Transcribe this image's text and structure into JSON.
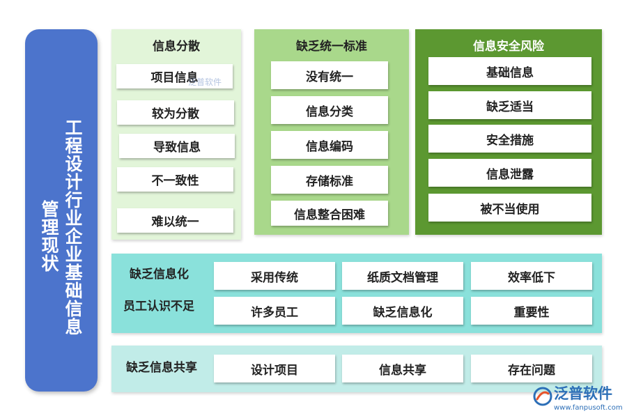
{
  "sidebar": {
    "title_main": "工程设计行业企业基础信息",
    "title_sub": "管理现状"
  },
  "panel_scattered": {
    "title": "信息分散",
    "items": [
      "项目信息",
      "较为分散",
      "导致信息",
      "不一致性",
      "难以统一"
    ]
  },
  "panel_standard": {
    "title": "缺乏统一标准",
    "items": [
      "没有统一",
      "信息分类",
      "信息编码",
      "存储标准",
      "信息整合困难"
    ]
  },
  "panel_security": {
    "title": "信息安全风险",
    "items": [
      "基础信息",
      "缺乏适当",
      "安全措施",
      "信息泄露",
      "被不当使用"
    ]
  },
  "panel_informatization": {
    "label_1": "缺乏信息化",
    "label_2": "员工认识不足",
    "row_1": [
      "采用传统",
      "纸质文档管理",
      "效率低下"
    ],
    "row_2": [
      "许多员工",
      "缺乏信息化",
      "重要性"
    ]
  },
  "panel_sharing": {
    "label": "缺乏信息共享",
    "items": [
      "设计项目",
      "信息共享",
      "存在问题"
    ]
  },
  "watermark": "泛普软件",
  "logo": {
    "text": "泛普软件",
    "url": "www.fanpusoft.com"
  }
}
